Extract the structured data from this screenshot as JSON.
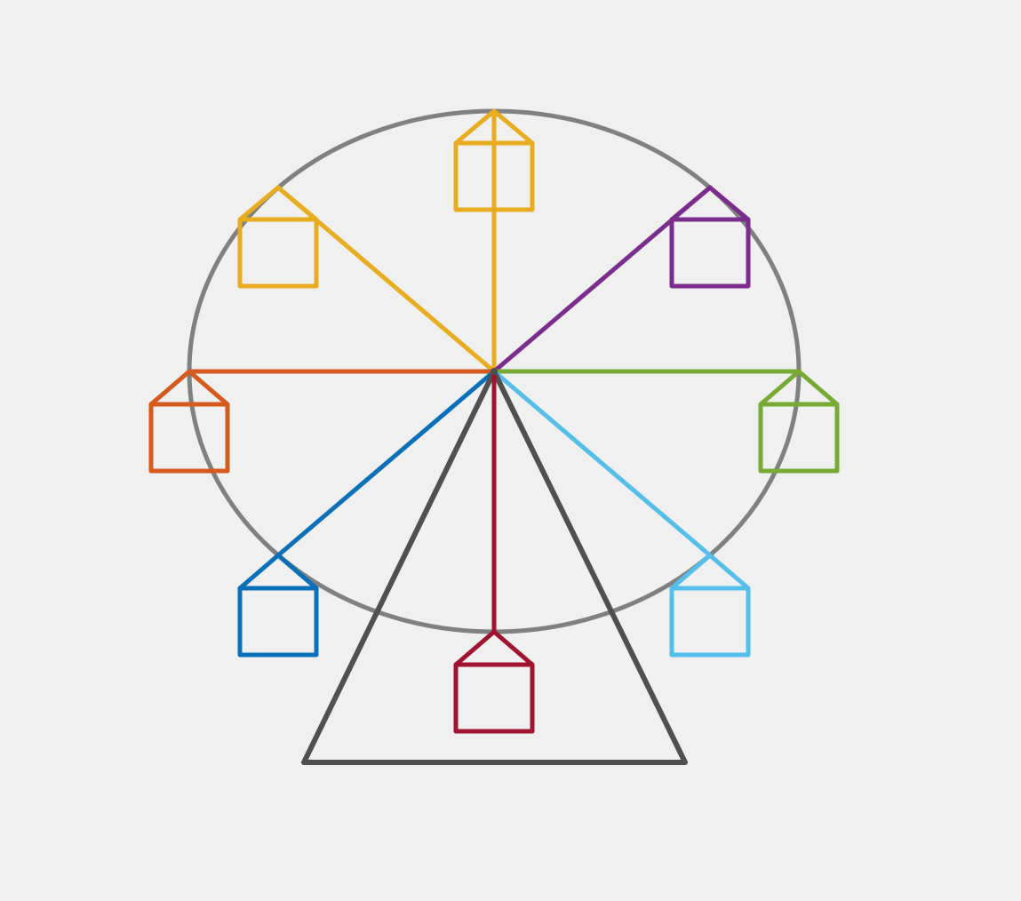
{
  "figure": {
    "subject": "ferris-wheel",
    "background": "#f0f0f0",
    "rim_color": "#808080",
    "stand_color": "#505050"
  },
  "spokes": [
    {
      "name": "spoke-top",
      "direction": "up",
      "color": "#e8ac20"
    },
    {
      "name": "spoke-upper-left",
      "direction": "upper-left",
      "color": "#e8ac20"
    },
    {
      "name": "spoke-upper-right",
      "direction": "upper-right",
      "color": "#7b2d8e"
    },
    {
      "name": "spoke-left",
      "direction": "left",
      "color": "#d55a1e"
    },
    {
      "name": "spoke-right",
      "direction": "right",
      "color": "#77aa35"
    },
    {
      "name": "spoke-lower-left",
      "direction": "lower-left",
      "color": "#0a70b8"
    },
    {
      "name": "spoke-lower-right",
      "direction": "lower-right",
      "color": "#55bfe9"
    },
    {
      "name": "spoke-bottom",
      "direction": "down",
      "color": "#a01430"
    }
  ]
}
